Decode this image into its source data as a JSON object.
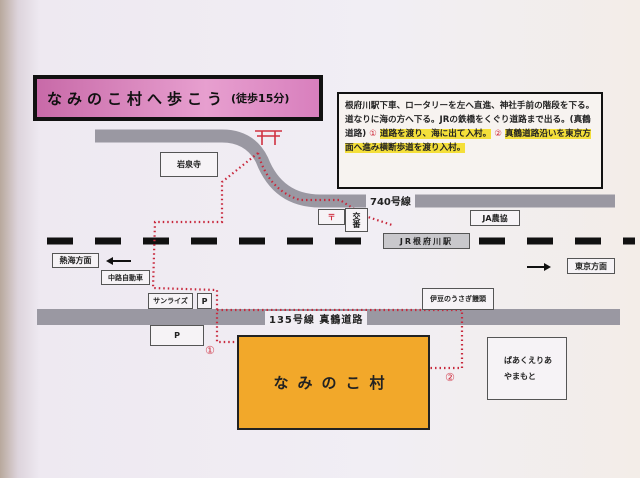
{
  "title": {
    "main": "なみのこ村へ歩こう",
    "sub": "(徒歩15分)"
  },
  "directions": {
    "line1": "根府川駅下車、ロータリーを左へ直進、神社手前の階段を下る。道なりに海の方へ下る。JRの鉄橋をくぐり道路まで出る。(真鶴道路)",
    "marker1": "①",
    "route1": "道路を渡り、海に出て入村。",
    "marker2": "②",
    "route2": "真鶴道路沿いを東京方面へ進み横断歩道を渡り入村。"
  },
  "landmarks": {
    "temple": "岩泉寺",
    "post_office": "〒",
    "police_box": "交番",
    "ja": "JA農協",
    "station": "JR根府川駅",
    "atami": "熱海方面",
    "tokyo": "東京方面",
    "nakaji": "中路自動車",
    "sunrise": "サンライズ",
    "parking1": "P",
    "parking2": "P",
    "manju": "伊豆のうさぎ饅頭",
    "village": "なみのこ村",
    "park_line1": "ぱあくえりあ",
    "park_line2": "やまもと"
  },
  "roads": {
    "upper": "740号線",
    "lower": "135号線 真鶴道路"
  },
  "markers": {
    "one": "①",
    "two": "②"
  },
  "colors": {
    "route": "#c8283c",
    "road": "#9a98a2",
    "village": "#f2a82a",
    "title": "#e08fc6",
    "highlight": "#f4df3a"
  }
}
